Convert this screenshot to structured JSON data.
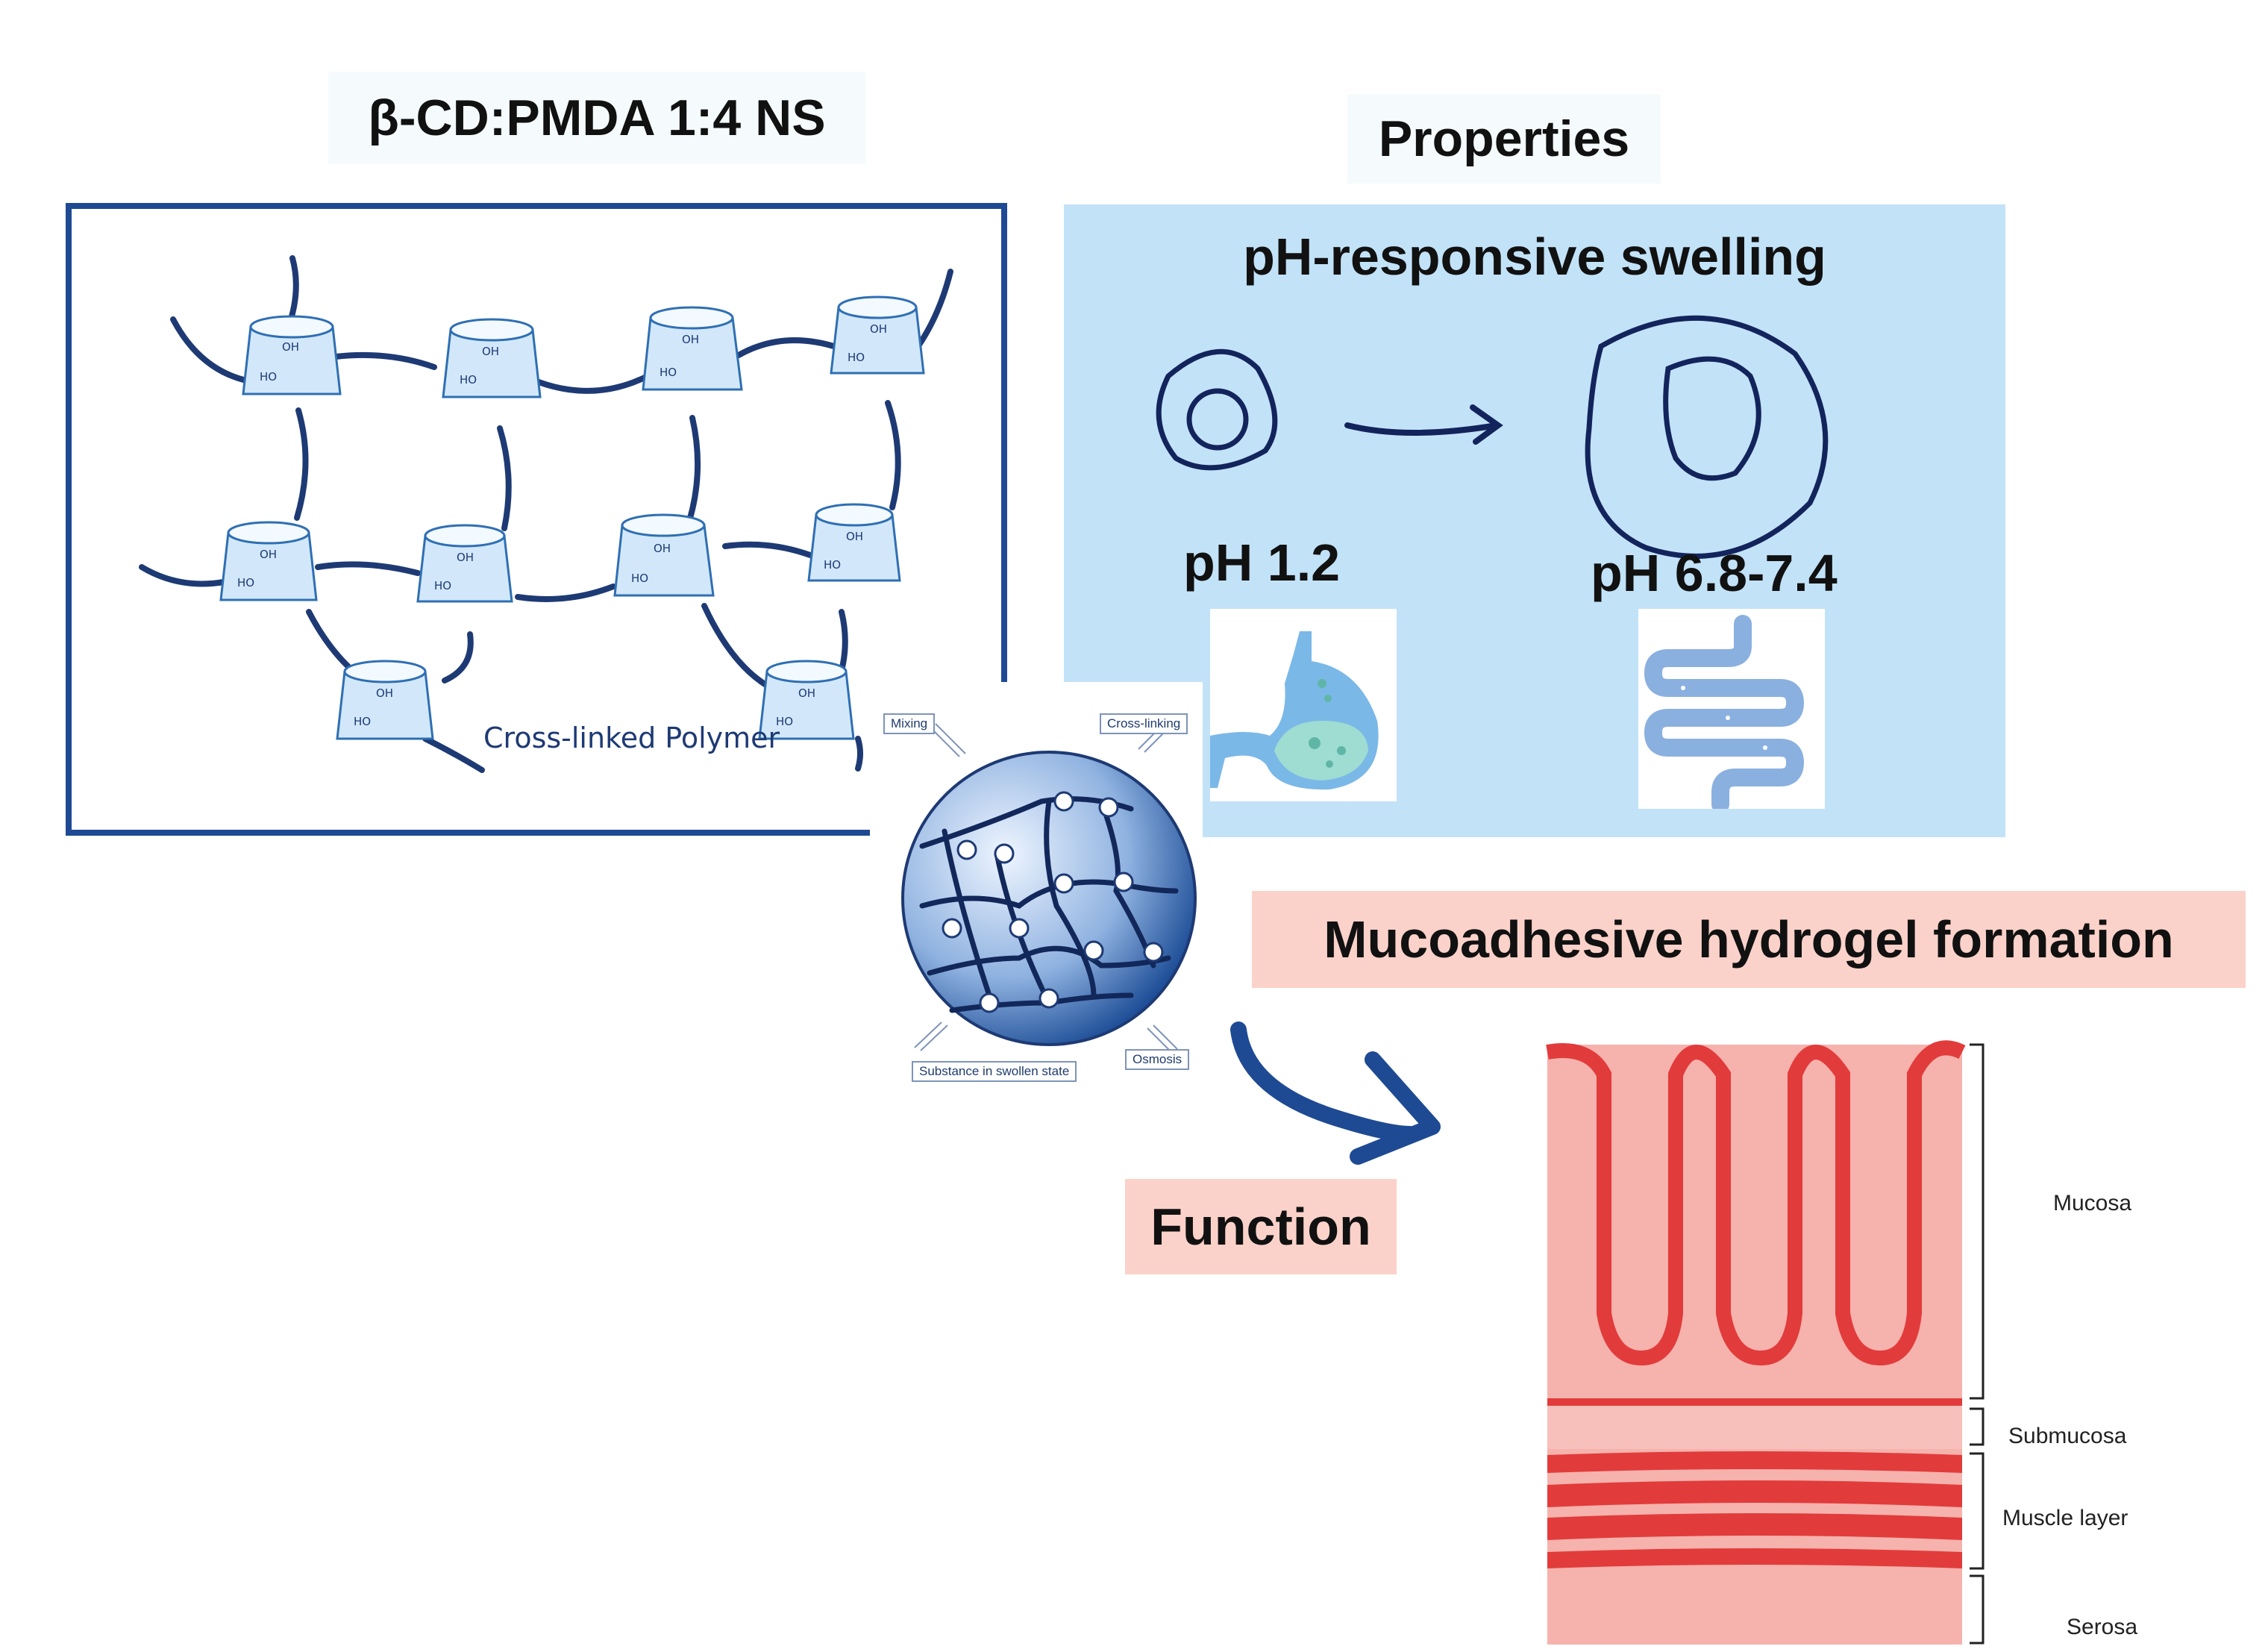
{
  "colors": {
    "navy": "#1e3a74",
    "panel_border": "#1e4a93",
    "properties_bg": "#c2e2f8",
    "label_bg": "#fbd2ca",
    "tissue_red": "#e23b3b",
    "tissue_pink": "#f4a3a0"
  },
  "structure": {
    "title": "β-CD:PMDA 1:4 NS",
    "polymer_label": "Cross-linked Polymer",
    "oh_label": "OH",
    "ho_label": "HO"
  },
  "properties": {
    "title": "Properties",
    "swelling_title": "pH-responsive swelling",
    "ph_low": "pH 1.2",
    "ph_high": "pH 6.8-7.4",
    "icons": [
      "stomach-icon",
      "intestine-icon"
    ]
  },
  "network": {
    "mixing": "Mixing",
    "cross_linking": "Cross-linking",
    "swollen": "Substance in swollen state",
    "osmosis": "Osmosis"
  },
  "function": {
    "title": "Function",
    "result": "Mucoadhesive hydrogel formation",
    "layers": [
      "Mucosa",
      "Submucosa",
      "Muscle layer",
      "Serosa"
    ]
  }
}
